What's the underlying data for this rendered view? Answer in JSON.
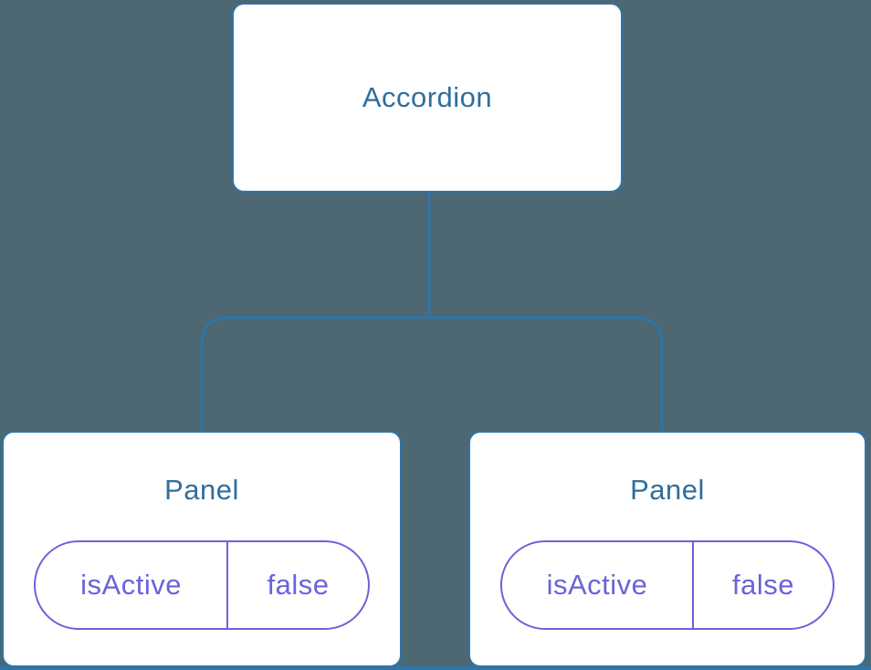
{
  "tree": {
    "root": {
      "label": "Accordion"
    },
    "children": [
      {
        "label": "Panel",
        "state": {
          "key": "isActive",
          "value": "false"
        }
      },
      {
        "label": "Panel",
        "state": {
          "key": "isActive",
          "value": "false"
        }
      }
    ]
  },
  "colors": {
    "background": "#4d6773",
    "connector_line": "#2e75a8",
    "node_border": "#2e75a8",
    "node_title_text": "#2f6e9d",
    "state_pill": "#6a63d8",
    "node_fill": "#ffffff"
  }
}
